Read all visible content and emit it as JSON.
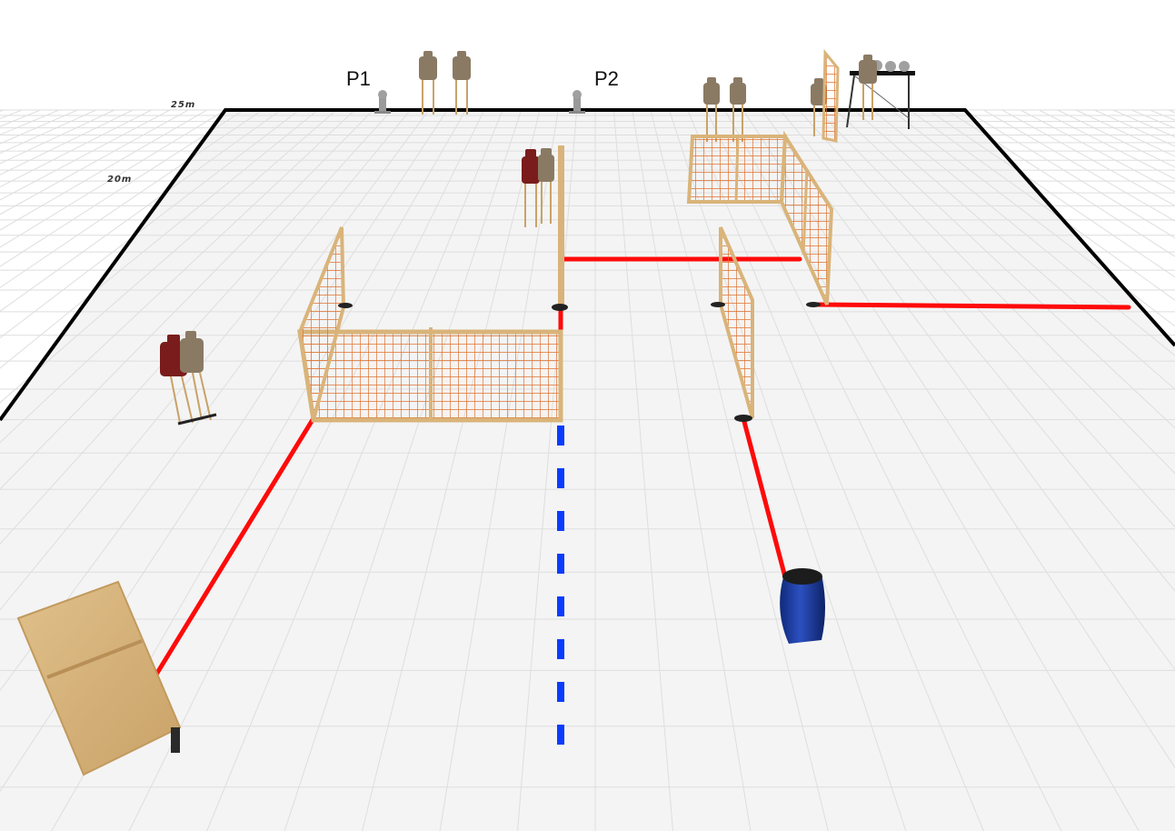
{
  "scene": {
    "popper_labels": [
      "P1",
      "P2"
    ],
    "distance_marks": [
      "25m",
      "20m"
    ],
    "colors": {
      "ground": "#f4f4f4",
      "grid_line": "#dedede",
      "range_border": "#000000",
      "fault_line": "#ff0a0a",
      "start_line": "#0a3cff",
      "wood": "#d9b47a",
      "netting": "#e0722e",
      "barrel": "#1a3a9e",
      "no_shoot_target": "#7a1c1c",
      "shoot_target": "#8a7a64"
    },
    "icons": [
      "wall-panel-icon",
      "mesh-fence-icon",
      "paper-target-icon",
      "no-shoot-target-icon",
      "steel-popper-icon",
      "steel-plate-rack-icon",
      "barrel-icon",
      "fault-line-icon",
      "start-line-icon"
    ]
  }
}
